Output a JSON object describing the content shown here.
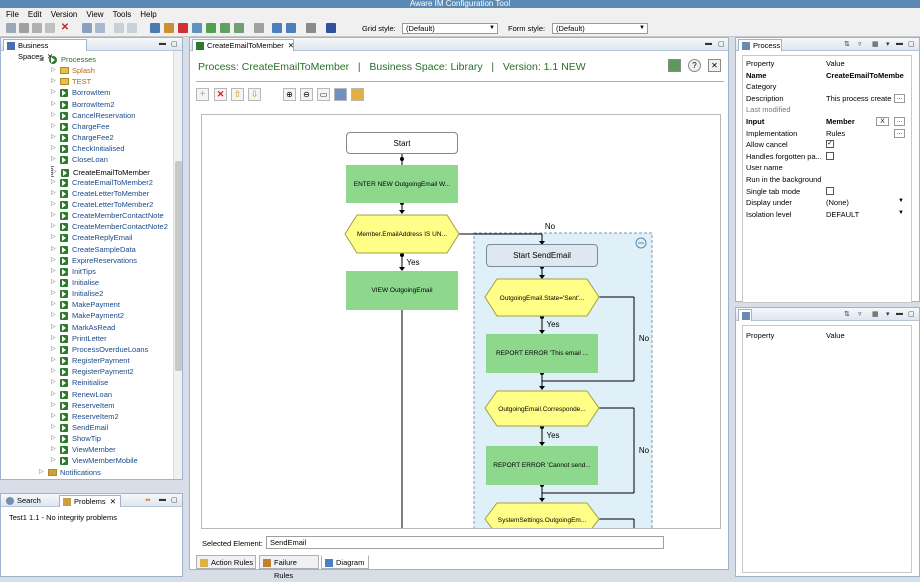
{
  "window": {
    "title": "Aware IM Configuration Tool"
  },
  "menu": [
    "File",
    "Edit",
    "Version",
    "View",
    "Tools",
    "Help"
  ],
  "toolbar": {
    "grid_style_label": "Grid style:",
    "grid_style_value": "(Default)",
    "form_style_label": "Form style:",
    "form_style_value": "(Default)"
  },
  "tree": {
    "tab_label": "Business Spaces",
    "root": "Processes",
    "folders": [
      "Splash",
      "TEST"
    ],
    "items": [
      "BorrowItem",
      "BorrowItem2",
      "CancelReservation",
      "ChargeFee",
      "ChargeFee2",
      "CheckInitialised",
      "CloseLoan",
      "CreateEmailToMember",
      "CreateEmailToMember2",
      "CreateLetterToMember",
      "CreateLetterToMember2",
      "CreateMemberContactNote",
      "CreateMemberContactNote2",
      "CreateReplyEmail",
      "CreateSampleData",
      "ExpireReservations",
      "InitTips",
      "Initialise",
      "Initialise2",
      "MakePayment",
      "MakePayment2",
      "MarkAsRead",
      "PrintLetter",
      "ProcessOverdueLoans",
      "RegisterPayment",
      "RegisterPayment2",
      "Reinitialise",
      "RenewLoan",
      "ReserveItem",
      "ReserveItem2",
      "SendEmail",
      "ShowTip",
      "ViewMember",
      "ViewMemberMobile"
    ],
    "last": "Notifications",
    "selected": "CreateEmailToMember"
  },
  "problems": {
    "search_tab": "Search",
    "problems_tab": "Problems",
    "message": "Test1 1.1 - No integrity problems"
  },
  "editor": {
    "tab_label": "CreateEmailToMember",
    "header": "Process: CreateEmailToMember   |   Business Space: Library   |   Version: 1.1 NEW",
    "selected_label": "Selected Element:",
    "selected_value": "SendEmail",
    "bottom_tabs": [
      "Action Rules",
      "Failure Rules",
      "Diagram"
    ]
  },
  "diagram": {
    "start": "Start",
    "n1": "ENTER NEW OutgoingEmail W...",
    "d1": "Member.EmailAddress IS UN...",
    "no": "No",
    "yes": "Yes",
    "n2": "VIEW OutgoingEmail",
    "sub_start": "Start SendEmail",
    "d2": "OutgoingEmail.State='Sent'...",
    "n3": "REPORT ERROR 'This email ...",
    "d3": "OutgoingEmail.Corresponde...",
    "n4": "REPORT ERROR 'Cannot send...",
    "d4": "SystemSettings.OutgoingEm..."
  },
  "process_panel": {
    "tab_label": "Process",
    "col_property": "Property",
    "col_value": "Value",
    "rows": [
      {
        "k": "Name",
        "v": "CreateEmailToMember",
        "bold": true
      },
      {
        "k": "Category",
        "v": ""
      },
      {
        "k": "Description",
        "v": "This process create"
      },
      {
        "k": "Last modified",
        "v": ""
      },
      {
        "k": "Input",
        "v": "Member",
        "bold": true
      },
      {
        "k": "Implementation",
        "v": "Rules"
      },
      {
        "k": "Allow cancel",
        "v": ""
      },
      {
        "k": "Handles forgotten pa...",
        "v": ""
      },
      {
        "k": "User name",
        "v": ""
      },
      {
        "k": "Run in the background",
        "v": ""
      },
      {
        "k": "Single tab mode",
        "v": ""
      },
      {
        "k": "Display under",
        "v": "(None)"
      },
      {
        "k": "Isolation level",
        "v": "DEFAULT"
      }
    ]
  },
  "props2": {
    "col_property": "Property",
    "col_value": "Value"
  }
}
